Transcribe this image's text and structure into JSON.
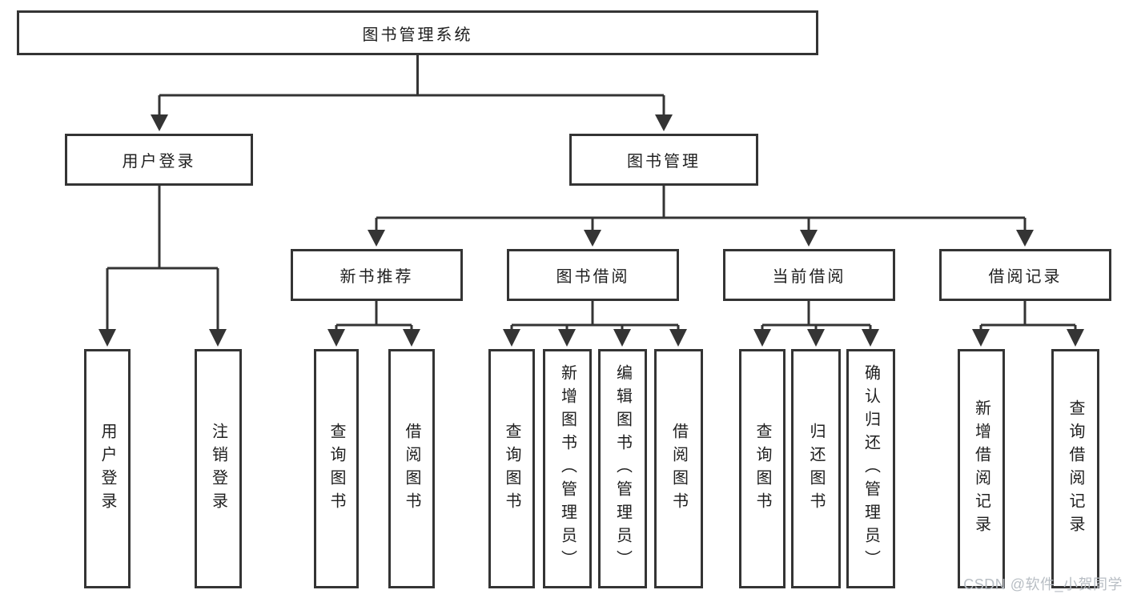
{
  "colors": {
    "line": "#343434",
    "text": "#202020",
    "watermark": "#b8bec4",
    "background": "#ffffff"
  },
  "tree": {
    "label": "图书管理系统",
    "children": [
      {
        "label": "用户登录",
        "children": [
          {
            "label": "用户登录"
          },
          {
            "label": "注销登录"
          }
        ]
      },
      {
        "label": "图书管理",
        "children": [
          {
            "label": "新书推荐",
            "children": [
              {
                "label": "查询图书"
              },
              {
                "label": "借阅图书"
              }
            ]
          },
          {
            "label": "图书借阅",
            "children": [
              {
                "label": "查询图书"
              },
              {
                "label": "新增图书（管理员）"
              },
              {
                "label": "编辑图书（管理员）"
              },
              {
                "label": "借阅图书"
              }
            ]
          },
          {
            "label": "当前借阅",
            "children": [
              {
                "label": "查询图书"
              },
              {
                "label": "归还图书"
              },
              {
                "label": "确认归还（管理员）"
              }
            ]
          },
          {
            "label": "借阅记录",
            "children": [
              {
                "label": "新增借阅记录"
              },
              {
                "label": "查询借阅记录"
              }
            ]
          }
        ]
      }
    ]
  },
  "watermark": {
    "text": "CSDN @软件_小贺同学"
  }
}
